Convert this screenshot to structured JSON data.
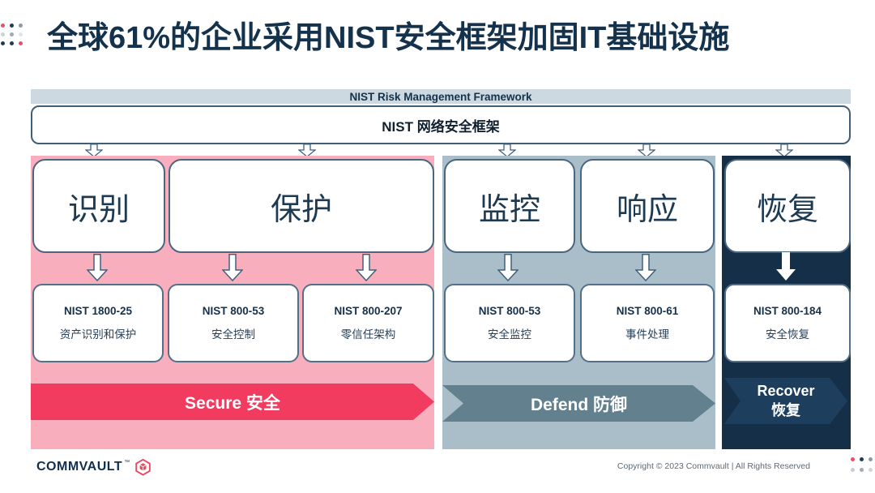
{
  "title": "全球61%的企业采用NIST安全框架加固IT基础设施",
  "header": {
    "band_label": "NIST Risk Management Framework",
    "framework_label": "NIST 网络安全框架"
  },
  "sections": [
    {
      "name": "Secure",
      "banner": "Secure 安全",
      "banner_color": "#f23c5f",
      "panel_color": "#f9aebd",
      "functions": [
        {
          "label": "识别"
        },
        {
          "label": "保护"
        }
      ],
      "standards": [
        {
          "code": "NIST 1800-25",
          "desc": "资产识别和保护"
        },
        {
          "code": "NIST 800-53",
          "desc": "安全控制"
        },
        {
          "code": "NIST 800-207",
          "desc": "零信任架构"
        }
      ]
    },
    {
      "name": "Defend",
      "banner": "Defend 防御",
      "banner_color": "#63808f",
      "panel_color": "#a9bec9",
      "functions": [
        {
          "label": "监控"
        },
        {
          "label": "响应"
        }
      ],
      "standards": [
        {
          "code": "NIST 800-53",
          "desc": "安全监控"
        },
        {
          "code": "NIST 800-61",
          "desc": "事件处理"
        }
      ]
    },
    {
      "name": "Recover",
      "banner_line1": "Recover",
      "banner_line2": "恢复",
      "banner_color": "#1e3e5d",
      "panel_color": "#152f49",
      "functions": [
        {
          "label": "恢复"
        }
      ],
      "standards": [
        {
          "code": "NIST 800-184",
          "desc": "安全恢复"
        }
      ]
    }
  ],
  "footer": {
    "logo_text": "COMMVAULT",
    "trademark": "™",
    "copyright": "Copyright © 2023 Commvault   |   All Rights Reserved"
  },
  "colors": {
    "title_navy": "#14324c",
    "band_blue": "#ccd9e0",
    "box_border": "#4a6780",
    "secure_pink_panel": "#f9aebd",
    "secure_red": "#f23c5f",
    "defend_gray_panel": "#a9bec9",
    "defend_slate": "#63808f",
    "recover_navy_panel": "#152f49",
    "recover_navy": "#1e3e5d",
    "brand_pink": "#e84a63",
    "copyright_gray": "#5d6a75"
  },
  "decor": {
    "dot_grids": [
      {
        "name": "dot-grid-top-left",
        "colors": [
          "#e8506a",
          "#1e3c59",
          "#8d9aa6",
          "#ccd3d9",
          "#9fabb4",
          "#dfe4e8",
          "#1e3c59",
          "#1e3c59",
          "#e8506a"
        ]
      },
      {
        "name": "dot-grid-bottom-right",
        "colors": [
          "#e8506a",
          "#1e3c59",
          "#8d9aa6",
          "#c6ced5",
          "#9fabb4",
          "#cfd6db"
        ]
      }
    ]
  }
}
